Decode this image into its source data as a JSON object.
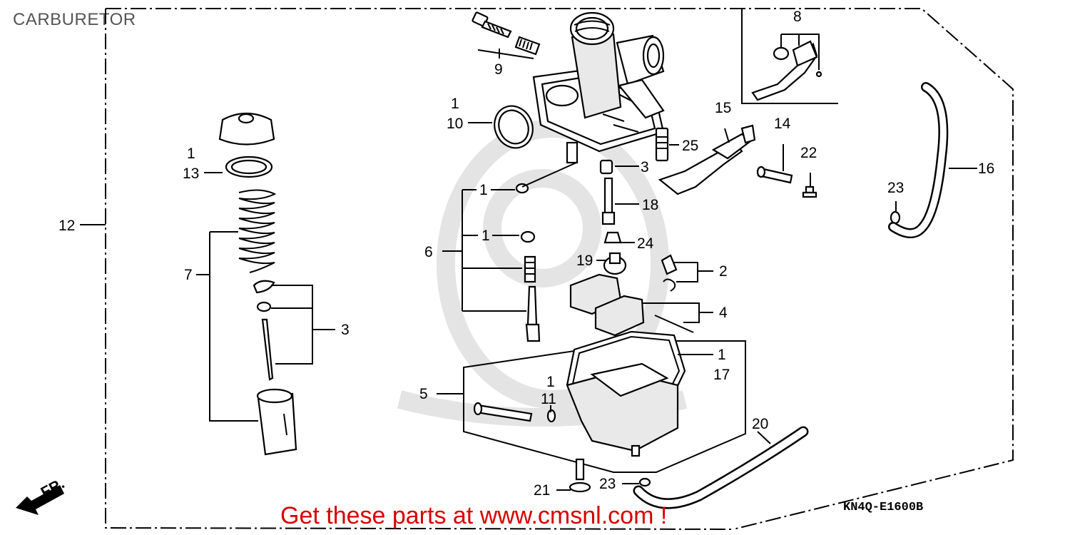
{
  "title": "CARBURETOR",
  "diagram_code": "KN4Q-E1600B",
  "promo_text": "Get these parts at www.cmsnl.com !",
  "front_marker": "FR.",
  "callouts": {
    "c8": "8",
    "c9": "9",
    "c1a": "1",
    "c10": "10",
    "c15": "15",
    "c14": "14",
    "c25": "25",
    "c22": "22",
    "c16": "16",
    "c1b": "1",
    "c13": "13",
    "c3a": "3",
    "c23a": "23",
    "c12": "12",
    "c1c": "1",
    "c18": "18",
    "c1d": "1",
    "c24": "24",
    "c6": "6",
    "c19": "19",
    "c2": "2",
    "c7": "7",
    "c4": "4",
    "c3b": "3",
    "c1e": "1",
    "c17": "17",
    "c1f": "1",
    "c5": "5",
    "c11": "11",
    "c20": "20",
    "c21": "21",
    "c23b": "23"
  }
}
